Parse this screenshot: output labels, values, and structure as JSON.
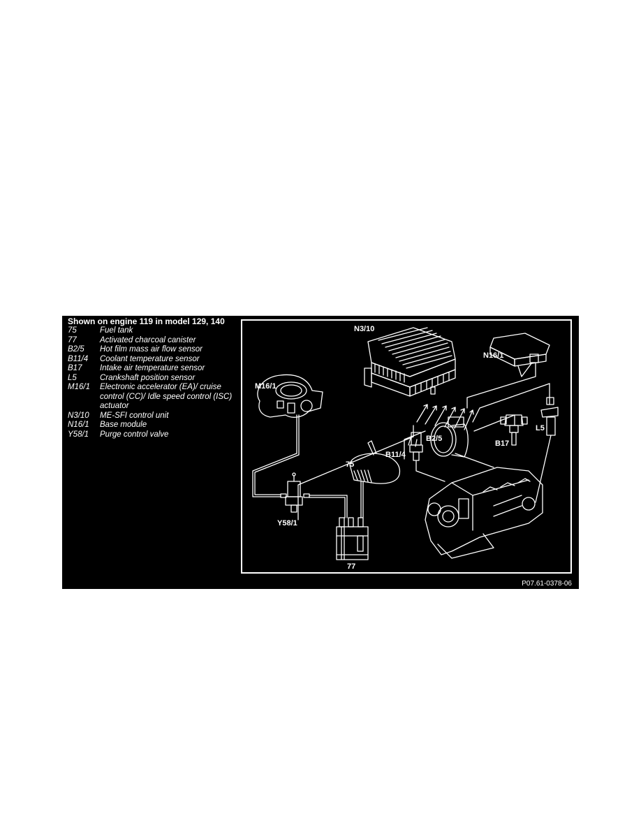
{
  "legend": {
    "title": "Shown on engine 119 in model 129, 140",
    "items": [
      {
        "code": "75",
        "desc": "Fuel tank"
      },
      {
        "code": "77",
        "desc": "Activated charcoal canister"
      },
      {
        "code": "B2/5",
        "desc": "Hot film  mass air flow sensor"
      },
      {
        "code": "B11/4",
        "desc": " Coolant temperature sensor"
      },
      {
        "code": "B17",
        "desc": "Intake air temperature sensor"
      },
      {
        "code": "L5",
        "desc": " Crankshaft position sensor"
      },
      {
        "code": "M16/1",
        "desc": "Electronic accelerator (EA)/ cruise control (CC)/ Idle speed control (ISC) actuator"
      },
      {
        "code": "N3/10",
        "desc": "ME-SFI control unit"
      },
      {
        "code": "N16/1",
        "desc": "Base module"
      },
      {
        "code": "Y58/1",
        "desc": "Purge control valve"
      }
    ]
  },
  "diagram": {
    "labels": {
      "n3_10": "N3/10",
      "n16_1": "N16/1",
      "m16_1": "M16/1",
      "b2_5": "B2/5",
      "b17": "B17",
      "l5": "L5",
      "b11_4": "B11/4",
      "t75": "75",
      "y58_1": "Y58/1",
      "t77": "77"
    }
  },
  "figure_id": "P07.61-0378-06",
  "colors": {
    "background": "#000000",
    "line": "#ffffff",
    "page": "#ffffff"
  }
}
